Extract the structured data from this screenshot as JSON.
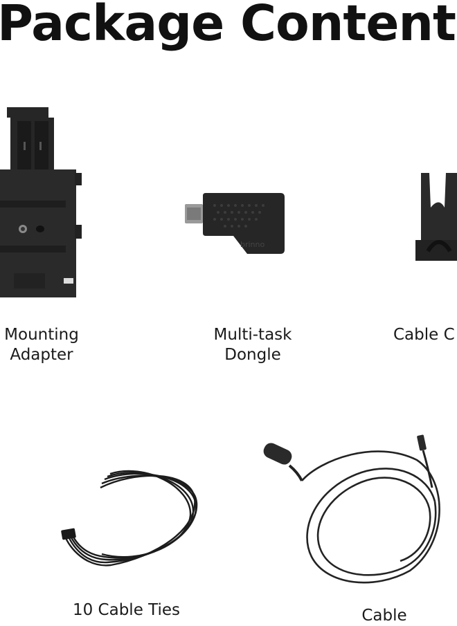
{
  "page_title": "Package Content",
  "items": [
    {
      "lines": [
        "Mounting",
        "Adapter"
      ]
    },
    {
      "lines": [
        "Multi-task",
        "Dongle"
      ],
      "brand_mark": "brinno"
    },
    {
      "lines": [
        "Cable C"
      ]
    },
    {
      "lines": [
        "10 Cable Ties"
      ]
    },
    {
      "lines": [
        "Cable"
      ]
    }
  ]
}
